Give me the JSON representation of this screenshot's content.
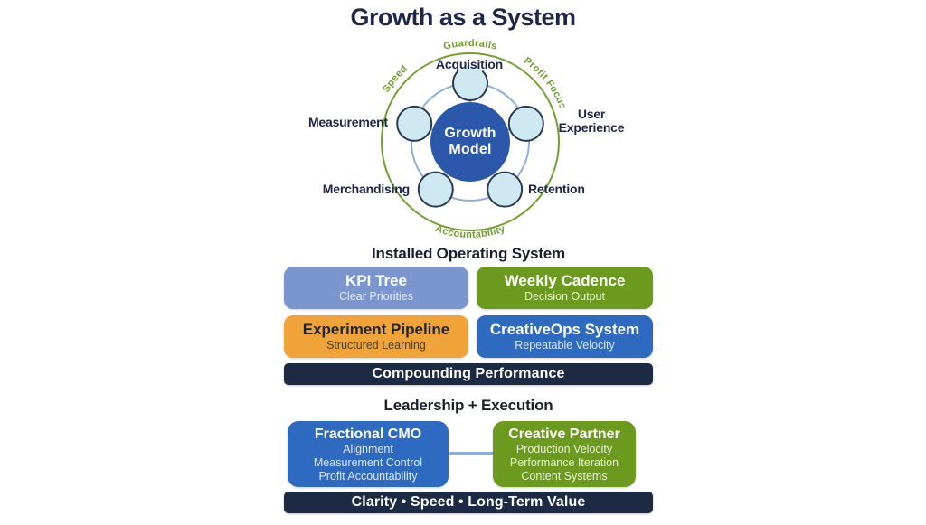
{
  "title": "Growth as a System",
  "palette": {
    "ink": "#1e2749",
    "navy": "#1d2a44",
    "blue": "#2e6ac0",
    "green": "#6b9a1e",
    "periwinkle": "#7b96ce",
    "orange": "#f0a339",
    "hub_blue": "#2b58ab",
    "node_fill": "#cfe9f2",
    "ring_blue": "#8ab0da",
    "ring_green": "#6fa02f"
  },
  "diagram": {
    "center_line1": "Growth",
    "center_line2": "Model",
    "arc_top": "Guardrails",
    "arc_right": "Profit Focus",
    "arc_left": "Speed",
    "arc_bottom": "Accountability",
    "node_top": "Acquisition",
    "node_right_line1": "User",
    "node_right_line2": "Experience",
    "node_bottom_right": "Retention",
    "node_bottom_left": "Merchandising",
    "node_left": "Measurement"
  },
  "os_section": {
    "heading": "Installed Operating System",
    "cards": [
      {
        "title": "KPI Tree",
        "subtitle": "Clear Priorities"
      },
      {
        "title": "Weekly Cadence",
        "subtitle": "Decision Output"
      },
      {
        "title": "Experiment Pipeline",
        "subtitle": "Structured Learning"
      },
      {
        "title": "CreativeOps System",
        "subtitle": "Repeatable Velocity"
      }
    ],
    "banner": "Compounding Performance"
  },
  "leadership_section": {
    "heading": "Leadership + Execution",
    "cards": [
      {
        "title": "Fractional CMO",
        "lines": [
          "Alignment",
          "Measurement Control",
          "Profit Accountability"
        ]
      },
      {
        "title": "Creative Partner",
        "lines": [
          "Production Velocity",
          "Performance Iteration",
          "Content Systems"
        ]
      }
    ],
    "banner": "Clarity • Speed • Long-Term Value"
  }
}
